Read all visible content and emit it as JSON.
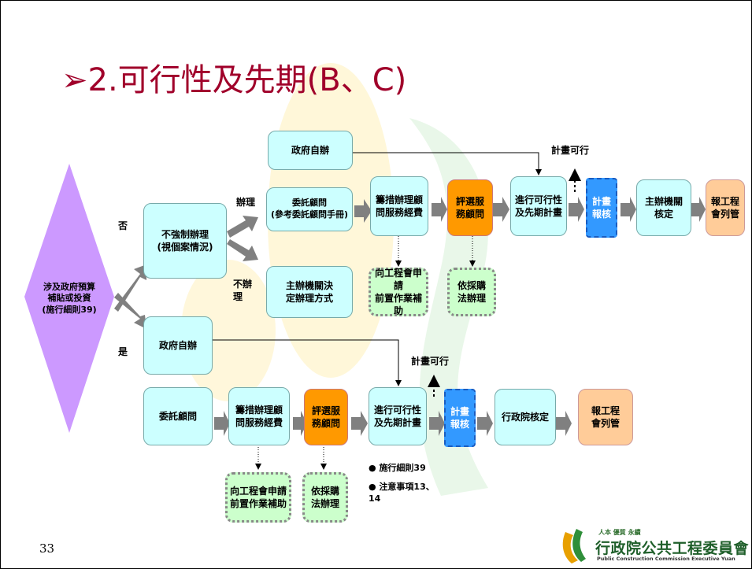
{
  "title": "2.可行性及先期(B、C)",
  "page_number": "33",
  "nodes": {
    "start": "涉及政府預算\n補貼或投資\n(施行細則39)",
    "not_mandatory": "不強制辦理\n(視個案情況)",
    "gov_self_top": "政府自辦",
    "consultant_top": "委託顧問\n(參考委託顧問手冊)",
    "host_decide": "主辦機關決\n定辦理方式",
    "funding_top": "籌措辦理顧\n問服務經費",
    "select_top": "評選服\n務顧問",
    "feasibility_top": "進行可行性\n及先期計畫",
    "review_top": "計畫\n報核",
    "host_approve": "主辦機關\n核定",
    "report_top": "報工程\n會列管",
    "apply_subsidy_top": "向工程會申請\n前置作業補助",
    "procure_top": "依採購\n法辦理",
    "gov_self_bottom": "政府自辦",
    "consultant_bottom": "委託顧問",
    "funding_bottom": "籌措辦理顧\n問服務經費",
    "select_bottom": "評選服\n務顧問",
    "feasibility_bottom": "進行可行性\n及先期計畫",
    "review_bottom": "計畫\n報核",
    "ey_approve": "行政院核定",
    "report_bottom": "報工程\n會列管",
    "apply_subsidy_bottom": "向工程會申請\n前置作業補助",
    "procure_bottom": "依採購\n法辦理"
  },
  "labels": {
    "no": "否",
    "yes": "是",
    "handle": "辦理",
    "not_handle": "不辦\n理",
    "feasible_top": "計畫可行",
    "feasible_bottom": "計畫可行"
  },
  "bullets": [
    "施行細則39",
    "注意事項13、\n14"
  ],
  "logo": {
    "slogan": "人本 優質 永續",
    "name": "行政院公共工程委員會",
    "english": "Public Construction Commission Executive Yuan"
  },
  "colors": {
    "title": "#a0002a",
    "start_diamond": "#cc99ff",
    "process_box": "#ccffff",
    "selection_box": "#ff9900",
    "review_box": "#3399ff",
    "report_box": "#ffcc99",
    "support_box": "#ccffcc",
    "arrow": "#808080"
  }
}
